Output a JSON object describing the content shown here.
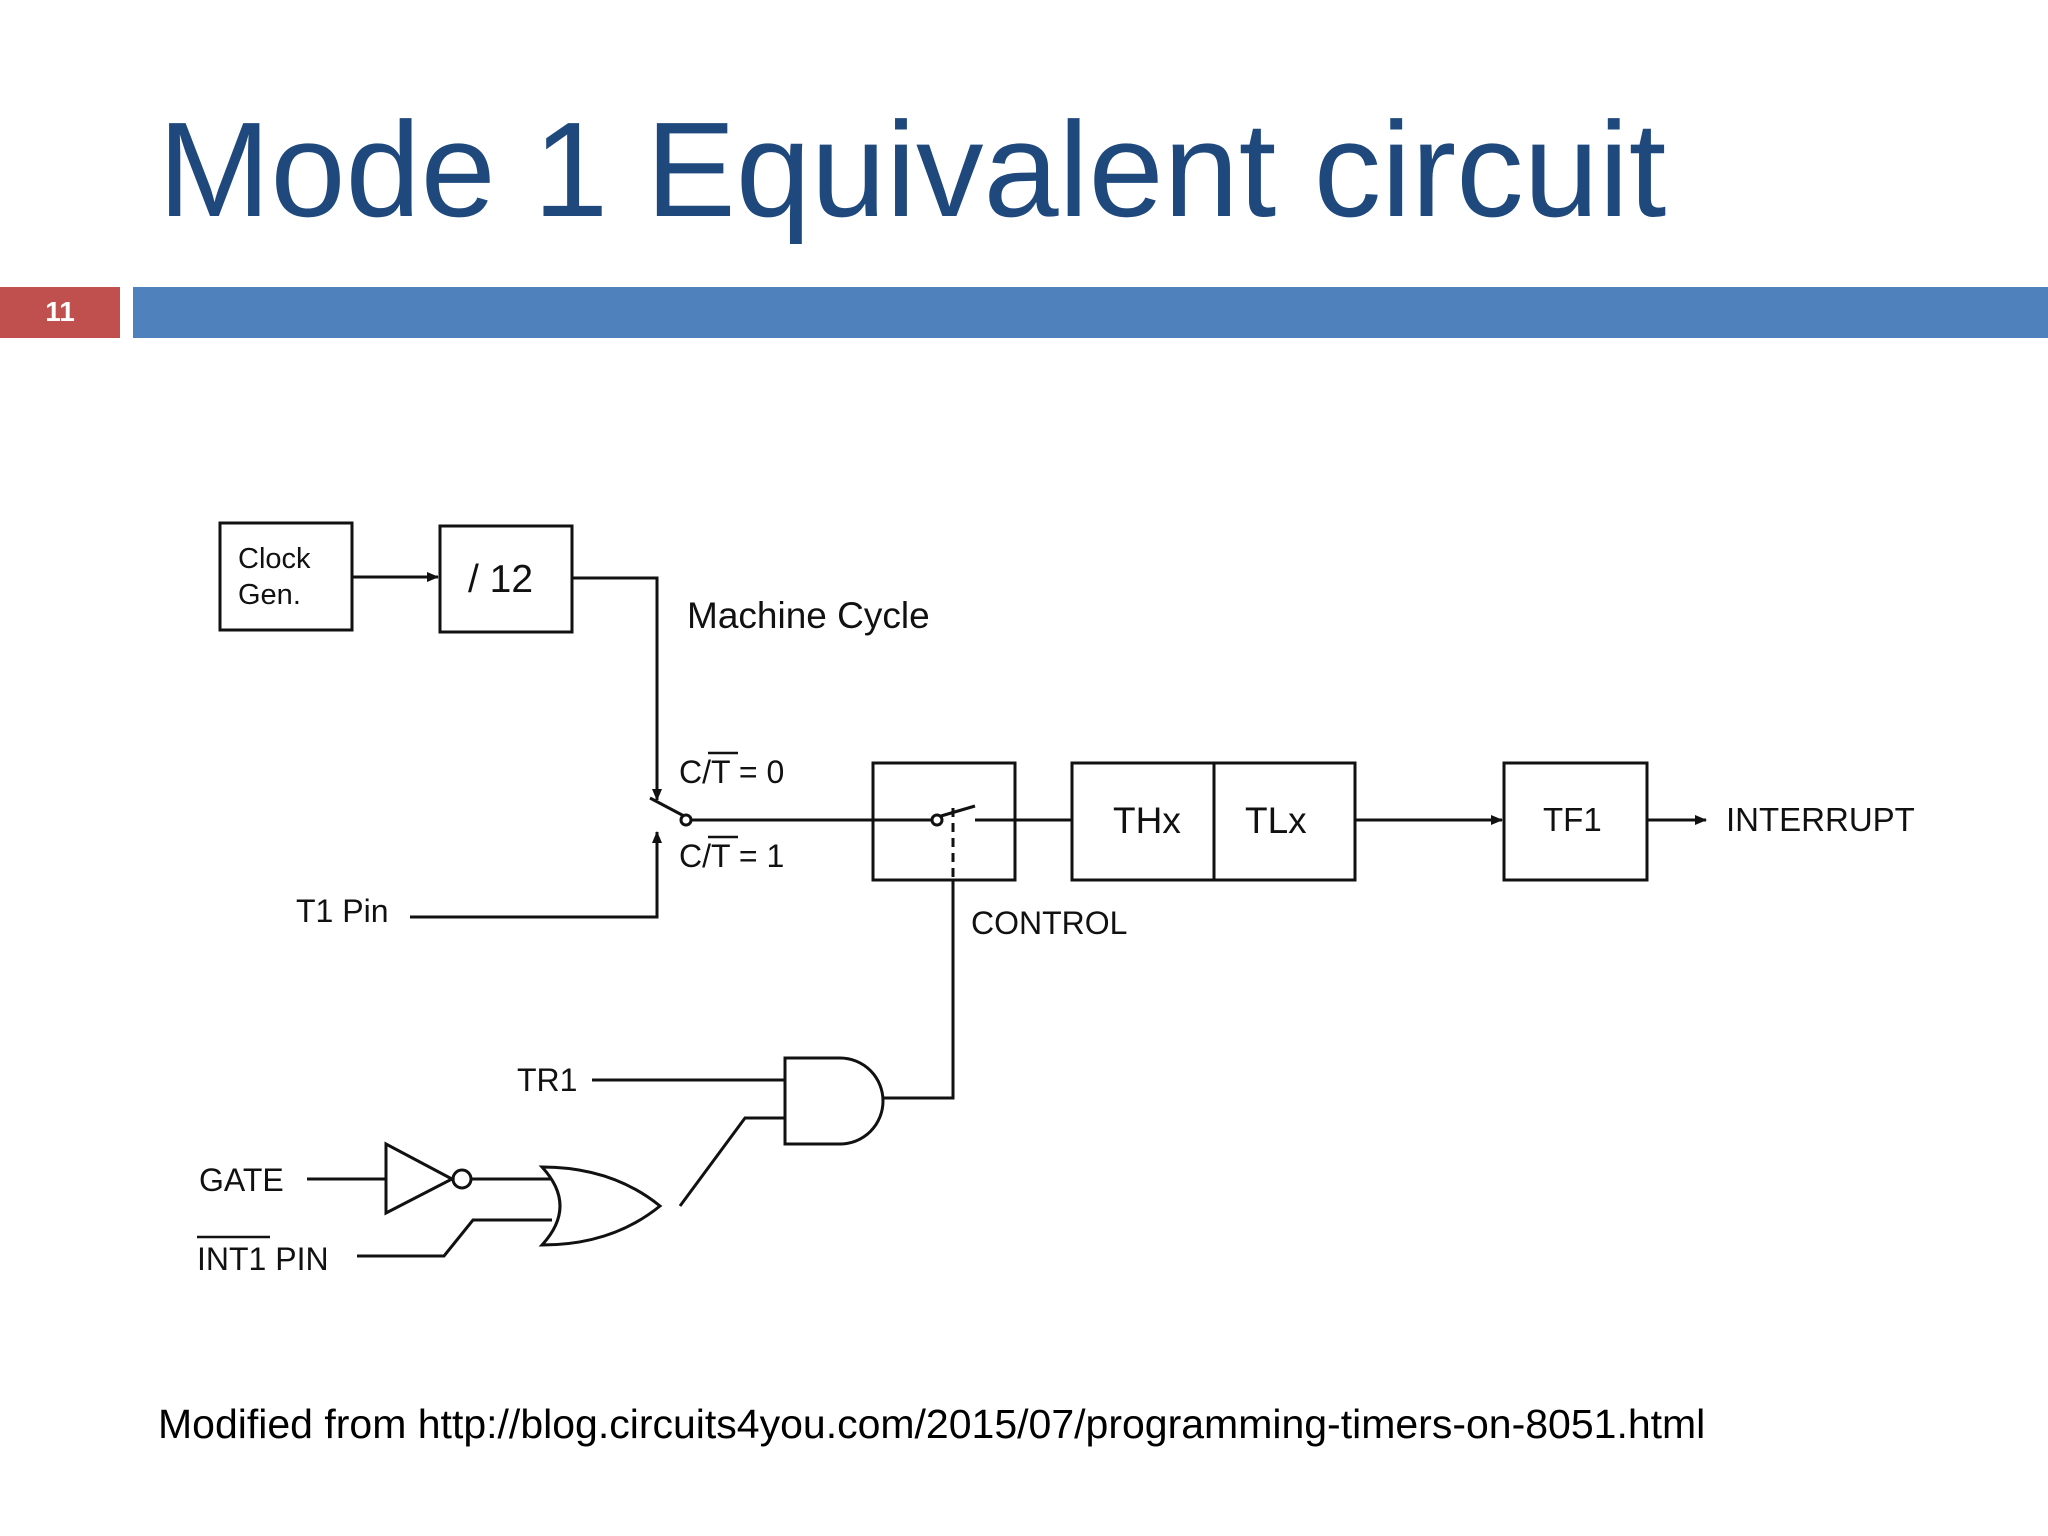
{
  "slide": {
    "title": "Mode 1 Equivalent circuit",
    "number": "11",
    "attribution": "Modified from http://blog.circuits4you.com/2015/07/programming-timers-on-8051.html"
  },
  "colors": {
    "title": "#1f497d",
    "title_bar": "#4f81bd",
    "slide_number_box": "#c0504d",
    "line": "#111111"
  },
  "diagram": {
    "clock_gen_line1": "Clock",
    "clock_gen_line2": "Gen.",
    "divider": "/ 12",
    "machine_cycle": "Machine Cycle",
    "ct0_prefix": "C/",
    "ct0_bar": "T",
    "ct0_suffix": " = 0",
    "ct1_prefix": "C/",
    "ct1_bar": "T",
    "ct1_suffix": " = 1",
    "t1_pin": "T1 Pin",
    "thx": "THx",
    "tlx": "TLx",
    "tf1": "TF1",
    "interrupt": "INTERRUPT",
    "control": "CONTROL",
    "tr1": "TR1",
    "gate": "GATE",
    "int1_bar": "INT1",
    "int1_suffix": " PIN"
  }
}
